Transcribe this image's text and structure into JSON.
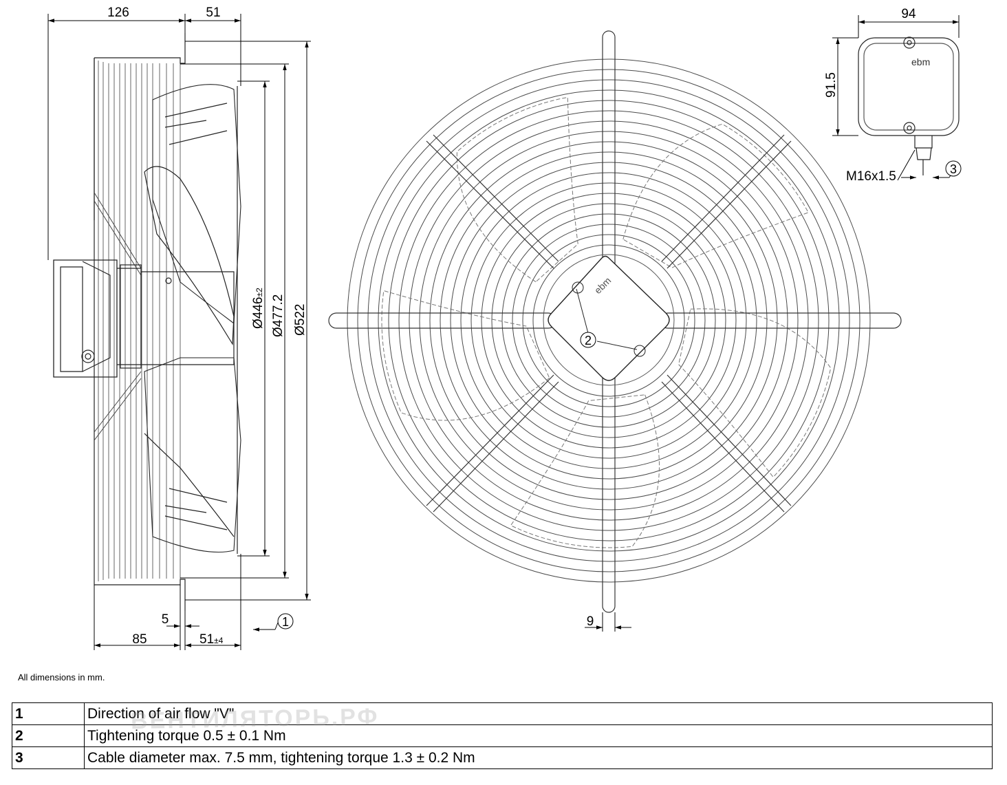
{
  "side_view": {
    "top_dims": [
      "126",
      "51"
    ],
    "diameters": {
      "d446": "Ø446",
      "d446_tol": "±2",
      "d477": "Ø477.2",
      "d522": "Ø522"
    },
    "bottom_dims": {
      "five": "5",
      "eighty_five": "85",
      "fifty_one": "51",
      "fifty_one_tol": "±4"
    },
    "callout": "1"
  },
  "front_view": {
    "callout": "2",
    "bottom_dim": "9",
    "logo": "ebm"
  },
  "box_view": {
    "width": "94",
    "height": "91.5",
    "thread": "M16x1.5",
    "callout": "3",
    "logo": "ebm"
  },
  "note": "All dimensions in mm.",
  "legend": [
    {
      "num": "1",
      "text": "Direction of air flow \"V\""
    },
    {
      "num": "2",
      "text": "Tightening torque 0.5 ± 0.1 Nm"
    },
    {
      "num": "3",
      "text": "Cable diameter max. 7.5 mm, tightening torque 1.3 ± 0.2 Nm"
    }
  ],
  "watermark": "ВЕНТИЛЯТОРЬ.РФ"
}
